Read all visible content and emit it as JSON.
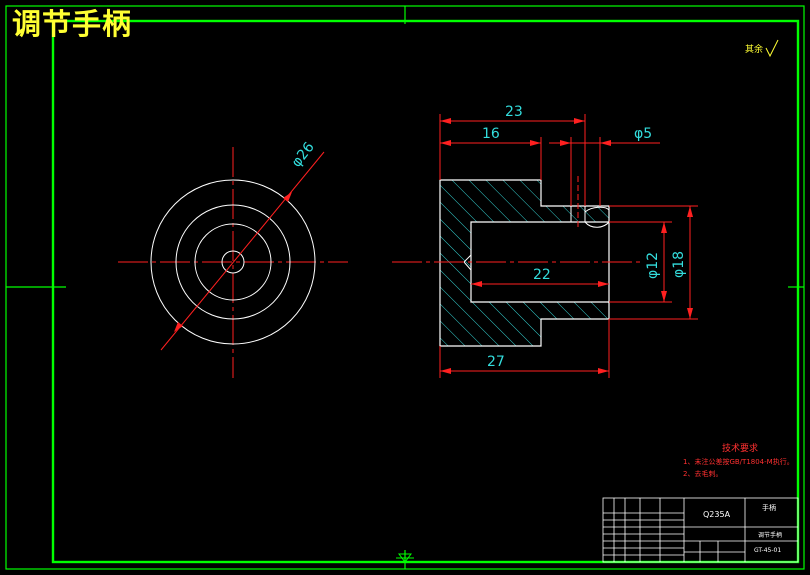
{
  "title": "调节手柄",
  "surface_finish_note": "其余",
  "dimensions": {
    "front_diameter": "φ26",
    "overall_upper": "23",
    "step": "16",
    "hole_small": "φ5",
    "bore_depth": "22",
    "bore_diameter": "φ12",
    "outer_diameter": "φ18",
    "overall_lower": "27"
  },
  "technical_requirements": {
    "heading": "技术要求",
    "items": [
      "1、未注公差按GB/T1804-M执行。",
      "2、去毛刺。"
    ]
  },
  "title_block": {
    "material": "Q235A",
    "part_name": "手柄",
    "drawing_name": "调节手柄",
    "drawing_number": "GT-45-01"
  },
  "colors": {
    "frame": "#00ff00",
    "outline": "#ffffff",
    "center_line": "#ff2020",
    "hatch": "#33cccc",
    "dimension_text": "#33dddd",
    "title": "#ffff33"
  }
}
